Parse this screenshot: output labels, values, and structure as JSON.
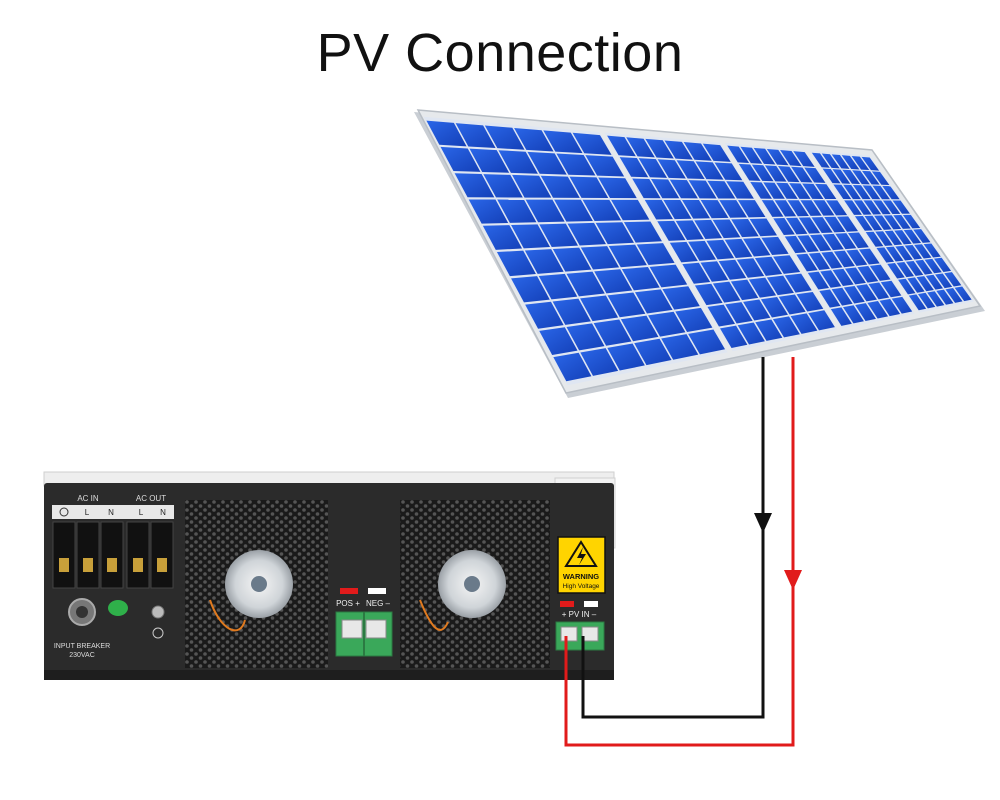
{
  "title": "PV Connection",
  "inverter": {
    "ac_in_label": "AC IN",
    "ac_out_label": "AC OUT",
    "terminal_l": "L",
    "terminal_n": "N",
    "input_breaker_label": "INPUT BREAKER",
    "input_breaker_voltage": "230VAC",
    "pos_label": "POS +",
    "neg_label": "NEG –",
    "pv_in_label": "+ PV IN –",
    "warning_title": "WARNING",
    "warning_subtitle": "High Voltage"
  },
  "colors": {
    "positive_wire": "#e11b1b",
    "negative_wire": "#111111",
    "panel_cell": "#1a4fd0",
    "panel_frame": "#d9dde2",
    "inverter_body": "#2b2b2b",
    "terminal_green": "#3aa85a",
    "warning_yellow": "#ffd400"
  }
}
